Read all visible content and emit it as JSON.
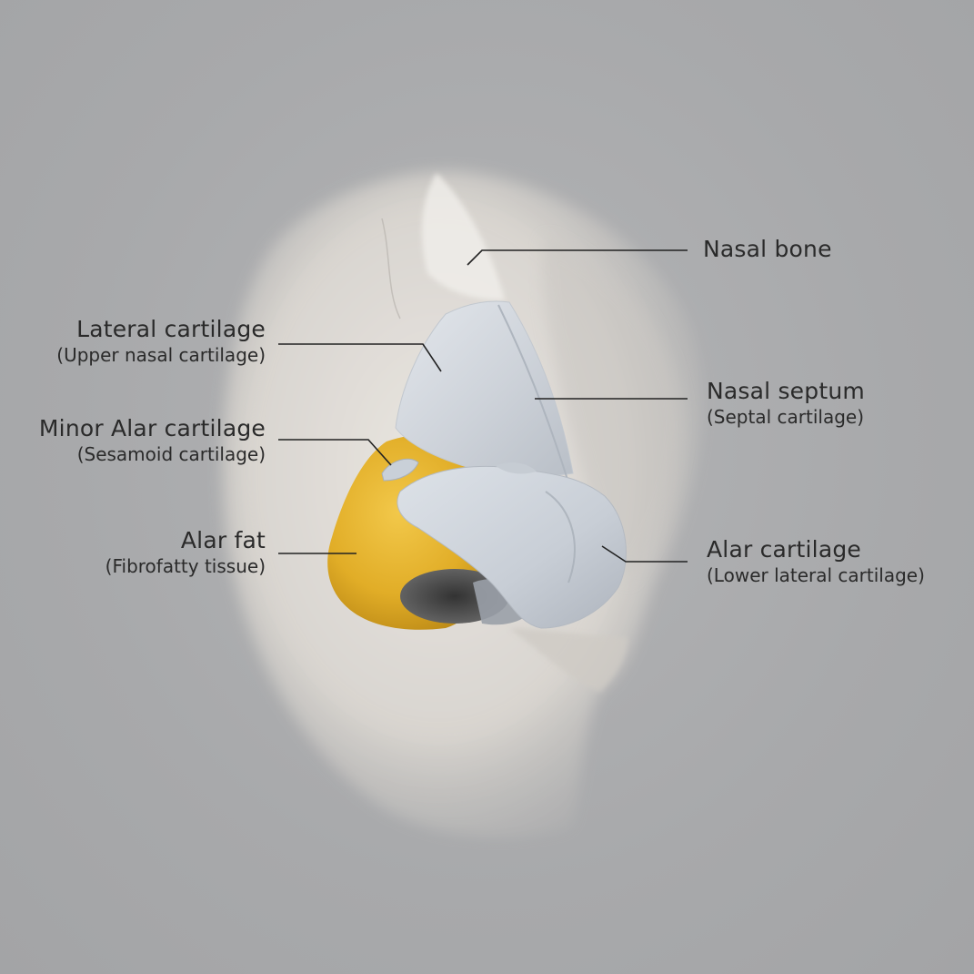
{
  "labels": {
    "nasal_bone": {
      "main": "Nasal bone"
    },
    "lateral_cartilage": {
      "main": "Lateral cartilage",
      "sub": "(Upper nasal cartilage)"
    },
    "minor_alar_cartilage": {
      "main": "Minor Alar cartilage",
      "sub": "(Sesamoid cartilage)"
    },
    "alar_fat": {
      "main": "Alar fat",
      "sub": "(Fibrofatty tissue)"
    },
    "nasal_septum": {
      "main": "Nasal septum",
      "sub": "(Septal cartilage)"
    },
    "alar_cartilage": {
      "main": "Alar cartilage",
      "sub": "(Lower lateral cartilage)"
    }
  },
  "colors": {
    "background": "#a9aaac",
    "skin": "#e6e2dc",
    "cartilage": "#d3d8de",
    "fat": "#e2b32c",
    "leader_line": "#222222",
    "text": "#2a2a2a"
  }
}
